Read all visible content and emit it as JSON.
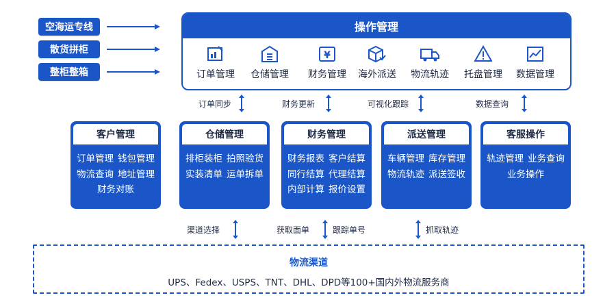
{
  "sources": [
    "空海运专线",
    "散货拼柜",
    "整柜整箱"
  ],
  "ops": {
    "title": "操作管理",
    "items": [
      {
        "label": "订单管理",
        "icon": "chart-icon"
      },
      {
        "label": "仓储管理",
        "icon": "warehouse-icon"
      },
      {
        "label": "财务管理",
        "icon": "yen-icon"
      },
      {
        "label": "海外派送",
        "icon": "package-icon"
      },
      {
        "label": "物流轨迹",
        "icon": "truck-icon"
      },
      {
        "label": "托盘管理",
        "icon": "warning-icon"
      },
      {
        "label": "数据管理",
        "icon": "trend-icon"
      }
    ]
  },
  "sync_labels": [
    "订单同步",
    "财务更新",
    "可视化跟踪",
    "数据查询"
  ],
  "modules": [
    {
      "title": "客户管理",
      "rows": [
        [
          "订单管理",
          "钱包管理"
        ],
        [
          "物流查询",
          "地址管理"
        ],
        [
          "财务对账"
        ]
      ]
    },
    {
      "title": "仓储管理",
      "rows": [
        [
          "排柜装柜",
          "拍照验货"
        ],
        [
          "实装清单",
          "运单拆单"
        ]
      ]
    },
    {
      "title": "财务管理",
      "rows": [
        [
          "财务报表",
          "客户结算"
        ],
        [
          "同行结算",
          "代理结算"
        ],
        [
          "内部计算",
          "报价设置"
        ]
      ]
    },
    {
      "title": "派送管理",
      "rows": [
        [
          "车辆管理",
          "库存管理"
        ],
        [
          "物流轨迹",
          "派送签收"
        ]
      ]
    },
    {
      "title": "客服操作",
      "rows": [
        [
          "轨迹管理",
          "业务查询"
        ],
        [
          "业务操作"
        ]
      ]
    }
  ],
  "channel_labels": [
    "渠道选择",
    "获取面单",
    "跟踪单号",
    "抓取轨迹"
  ],
  "channel": {
    "title": "物流渠道",
    "desc": "UPS、Fedex、USPS、TNT、DHL、DPD等100+国内外物流服务商"
  },
  "colors": {
    "primary": "#1a56c8",
    "text": "#1f2a44",
    "background": "#ffffff"
  }
}
